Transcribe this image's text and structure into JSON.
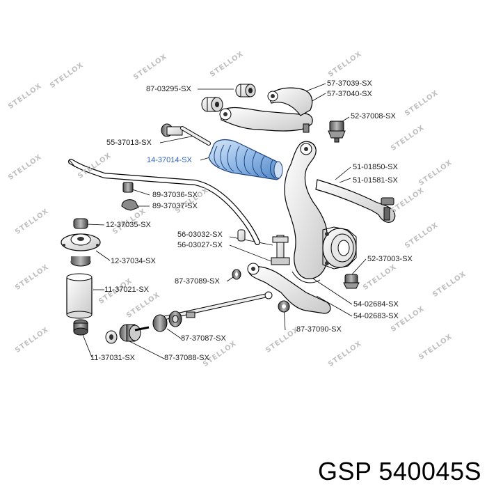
{
  "watermark": "STELLOX",
  "footer": "GSP 540045S",
  "labels": {
    "l87_03295": "87-03295-SX",
    "l57_37039": "57-37039-SX",
    "l57_37040": "57-37040-SX",
    "l52_37008": "52-37008-SX",
    "l55_37013": "55-37013-SX",
    "l14_37014": "14-37014-SX",
    "l51_01850": "51-01850-SX",
    "l51_01581": "51-01581-SX",
    "l89_37036": "89-37036-SX",
    "l89_37037": "89-37037-SX",
    "l12_37035": "12-37035-SX",
    "l56_03032": "56-03032-SX",
    "l56_03027": "56-03027-SX",
    "l12_37034": "12-37034-SX",
    "l52_37003": "52-37003-SX",
    "l87_37089": "87-37089-SX",
    "l11_37021": "11-37021-SX",
    "l54_02684": "54-02684-SX",
    "l54_02683": "54-02683-SX",
    "l87_37090": "87-37090-SX",
    "l87_37087": "87-37087-SX",
    "l11_37031": "11-37031-SX",
    "l87_37088": "87-37088-SX"
  },
  "colors": {
    "highlight": "#2a5fc0",
    "boot_fill": "#9fc3ea",
    "line": "#000000",
    "watermark": "#bfbfbf"
  }
}
